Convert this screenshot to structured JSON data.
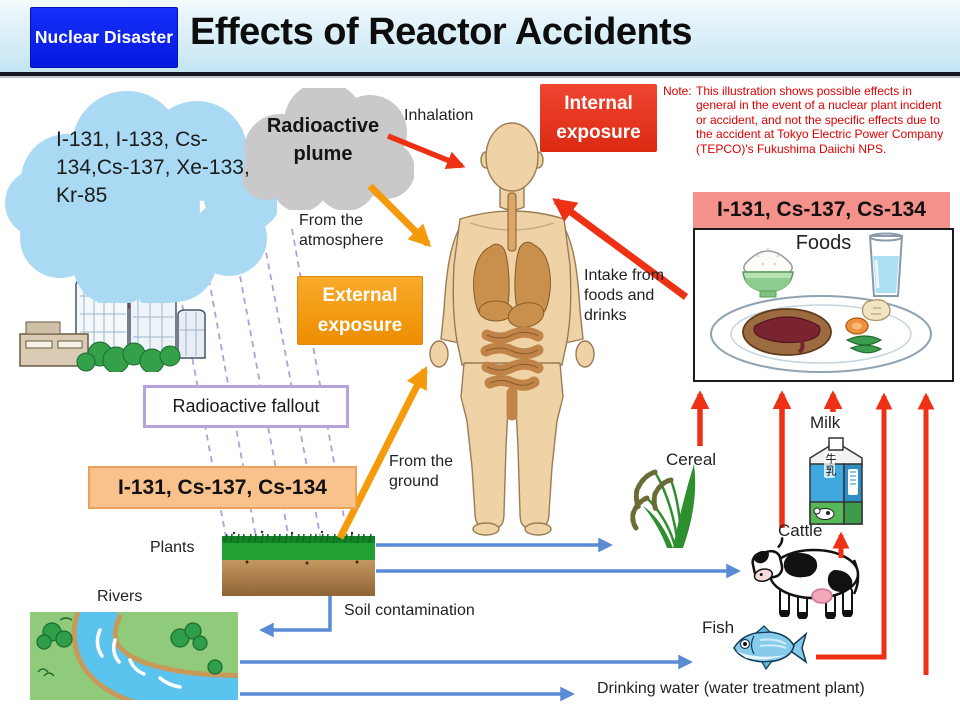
{
  "header": {
    "badge": "Nuclear Disaster",
    "title": "Effects of Reactor Accidents"
  },
  "note": {
    "prefix": "Note:",
    "body": "This illustration shows possible effects in general in the event of a nuclear plant incident or accident, and not the specific effects due to the accident at Tokyo Electric Power Company (TEPCO)'s Fukushima Daiichi NPS."
  },
  "plume": {
    "isotopes": "I-131, I-133, Cs-134,Cs-137, Xe-133, Kr-85",
    "label": "Radioactive plume"
  },
  "exposure": {
    "internal": "Internal exposure",
    "external": "External exposure"
  },
  "fallout": {
    "label": "Radioactive fallout",
    "isotopes": "I-131, Cs-137, Cs-134"
  },
  "foods": {
    "isotopes": "I-131, Cs-137, Cs-134",
    "label": "Foods"
  },
  "labels": {
    "inhalation": "Inhalation",
    "from_atmosphere": "From the atmosphere",
    "from_ground": "From the ground",
    "intake": "Intake from foods and drinks",
    "soil_contamination": "Soil contamination",
    "plants": "Plants",
    "rivers": "Rivers",
    "cereal": "Cereal",
    "milk": "Milk",
    "cattle": "Cattle",
    "fish": "Fish",
    "drinking_water": "Drinking water (water treatment plant)"
  },
  "milk_carton_text": "牛乳",
  "colors": {
    "red_arrow": "#EE3014",
    "orange_arrow": "#F59B0B",
    "blue_arrow": "#5B8BD5",
    "fallout_purple": "#B7A2DC",
    "badge_blue": "#0A23F0",
    "foods_pink": "#F5918B",
    "isotope_peach": "#F9C28D",
    "note_red": "#DD0000"
  }
}
